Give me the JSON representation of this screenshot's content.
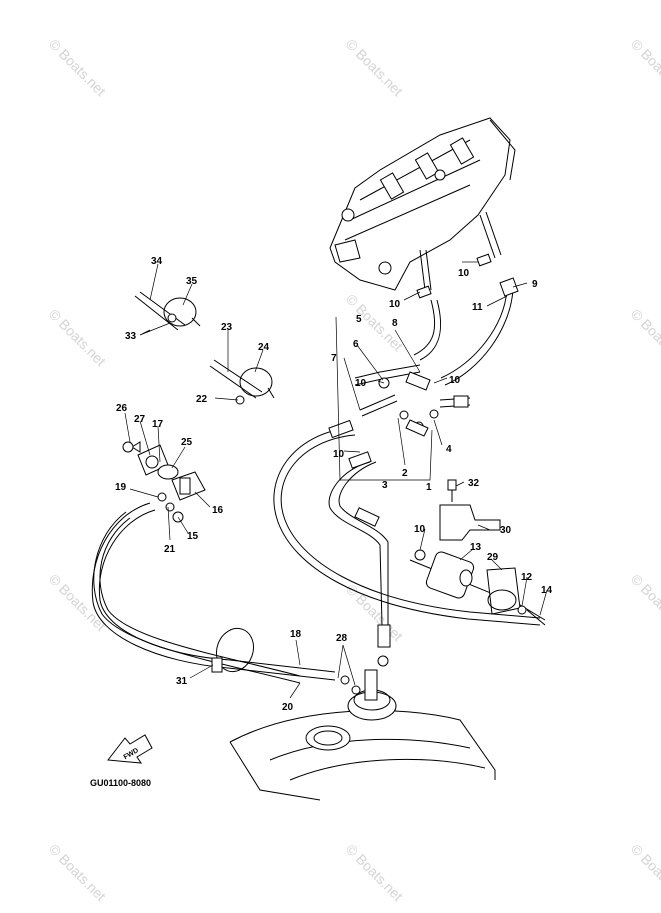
{
  "watermark": "© Boats.net",
  "diagram_code": "GU01100-8080",
  "fwd_label": "FWD",
  "part_callouts": [
    "1",
    "2",
    "3",
    "4",
    "5",
    "6",
    "7",
    "8",
    "9",
    "10",
    "11",
    "12",
    "13",
    "14",
    "15",
    "16",
    "17",
    "18",
    "19",
    "20",
    "21",
    "22",
    "23",
    "24",
    "25",
    "26",
    "27",
    "28",
    "29",
    "30",
    "31",
    "32",
    "33",
    "34",
    "35"
  ]
}
